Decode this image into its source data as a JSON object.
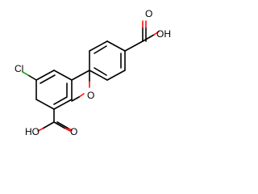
{
  "molecule": {
    "labels": {
      "chlorine": "Cl",
      "methoxy_oxygen": "O",
      "acid_top": "OH",
      "acid_top_o": "O",
      "acid_bottom_oh": "HO",
      "acid_bottom_o": "O"
    }
  }
}
